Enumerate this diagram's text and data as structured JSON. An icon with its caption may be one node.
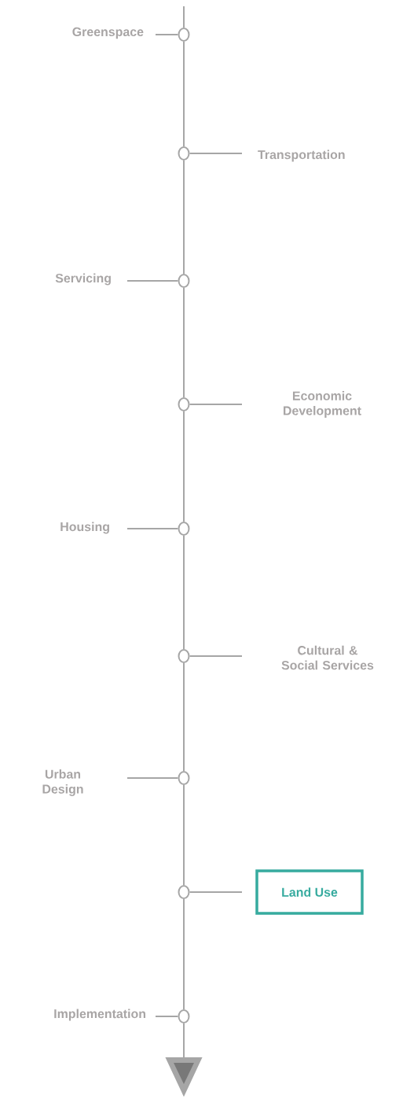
{
  "diagram": {
    "nodes": [
      {
        "text": [
          "Greenspace"
        ]
      },
      {
        "text": [],
        "shape": "circle"
      },
      {
        "text": [
          "Transportation"
        ]
      },
      {
        "text": [],
        "shape": "circle"
      },
      {
        "text": [
          "Servicing"
        ]
      },
      {
        "text": [],
        "shape": "circle"
      },
      {
        "text": [
          "Economic Development"
        ]
      },
      {
        "text": [],
        "shape": "circle"
      },
      {
        "text": [
          "Housing"
        ]
      },
      {
        "text": [],
        "shape": "circle"
      },
      {
        "text": [
          "Cultural & Social Services"
        ]
      },
      {
        "text": [],
        "shape": "circle"
      },
      {
        "text": [
          "Urban Design"
        ]
      },
      {
        "text": [],
        "shape": "circle"
      },
      {
        "text": [
          "Land Use"
        ]
      },
      {
        "text": [],
        "shape": "circle"
      },
      {
        "text": [
          "Implementation"
        ]
      },
      {
        "text": [],
        "shape": "circle"
      }
    ],
    "edges": [
      {
        "from": null,
        "to": 1,
        "arrow": "none"
      },
      {
        "from": 1,
        "to": 3,
        "arrow": "none"
      },
      {
        "from": 3,
        "to": 5,
        "arrow": "none"
      },
      {
        "from": 5,
        "to": 7,
        "arrow": "none"
      },
      {
        "from": 7,
        "to": 9,
        "arrow": "none"
      },
      {
        "from": 9,
        "to": 11,
        "arrow": "none"
      },
      {
        "from": 11,
        "to": 13,
        "arrow": "none"
      },
      {
        "from": 13,
        "to": 15,
        "arrow": "none"
      },
      {
        "from": 15,
        "to": 17,
        "arrow": "none"
      },
      {
        "from": 17,
        "to": null,
        "arrow": "to"
      },
      {
        "from": 0,
        "to": 1,
        "arrow": "none"
      },
      {
        "from": 2,
        "to": 3,
        "arrow": "none"
      },
      {
        "from": 4,
        "to": 5,
        "arrow": "none"
      },
      {
        "from": 6,
        "to": 7,
        "arrow": "none"
      },
      {
        "from": 8,
        "to": 9,
        "arrow": "none"
      },
      {
        "from": 10,
        "to": 11,
        "arrow": "none"
      },
      {
        "from": 12,
        "to": 13,
        "arrow": "none"
      },
      {
        "from": 14,
        "to": 15,
        "arrow": "none"
      },
      {
        "from": 16,
        "to": 17,
        "arrow": "none"
      }
    ]
  }
}
